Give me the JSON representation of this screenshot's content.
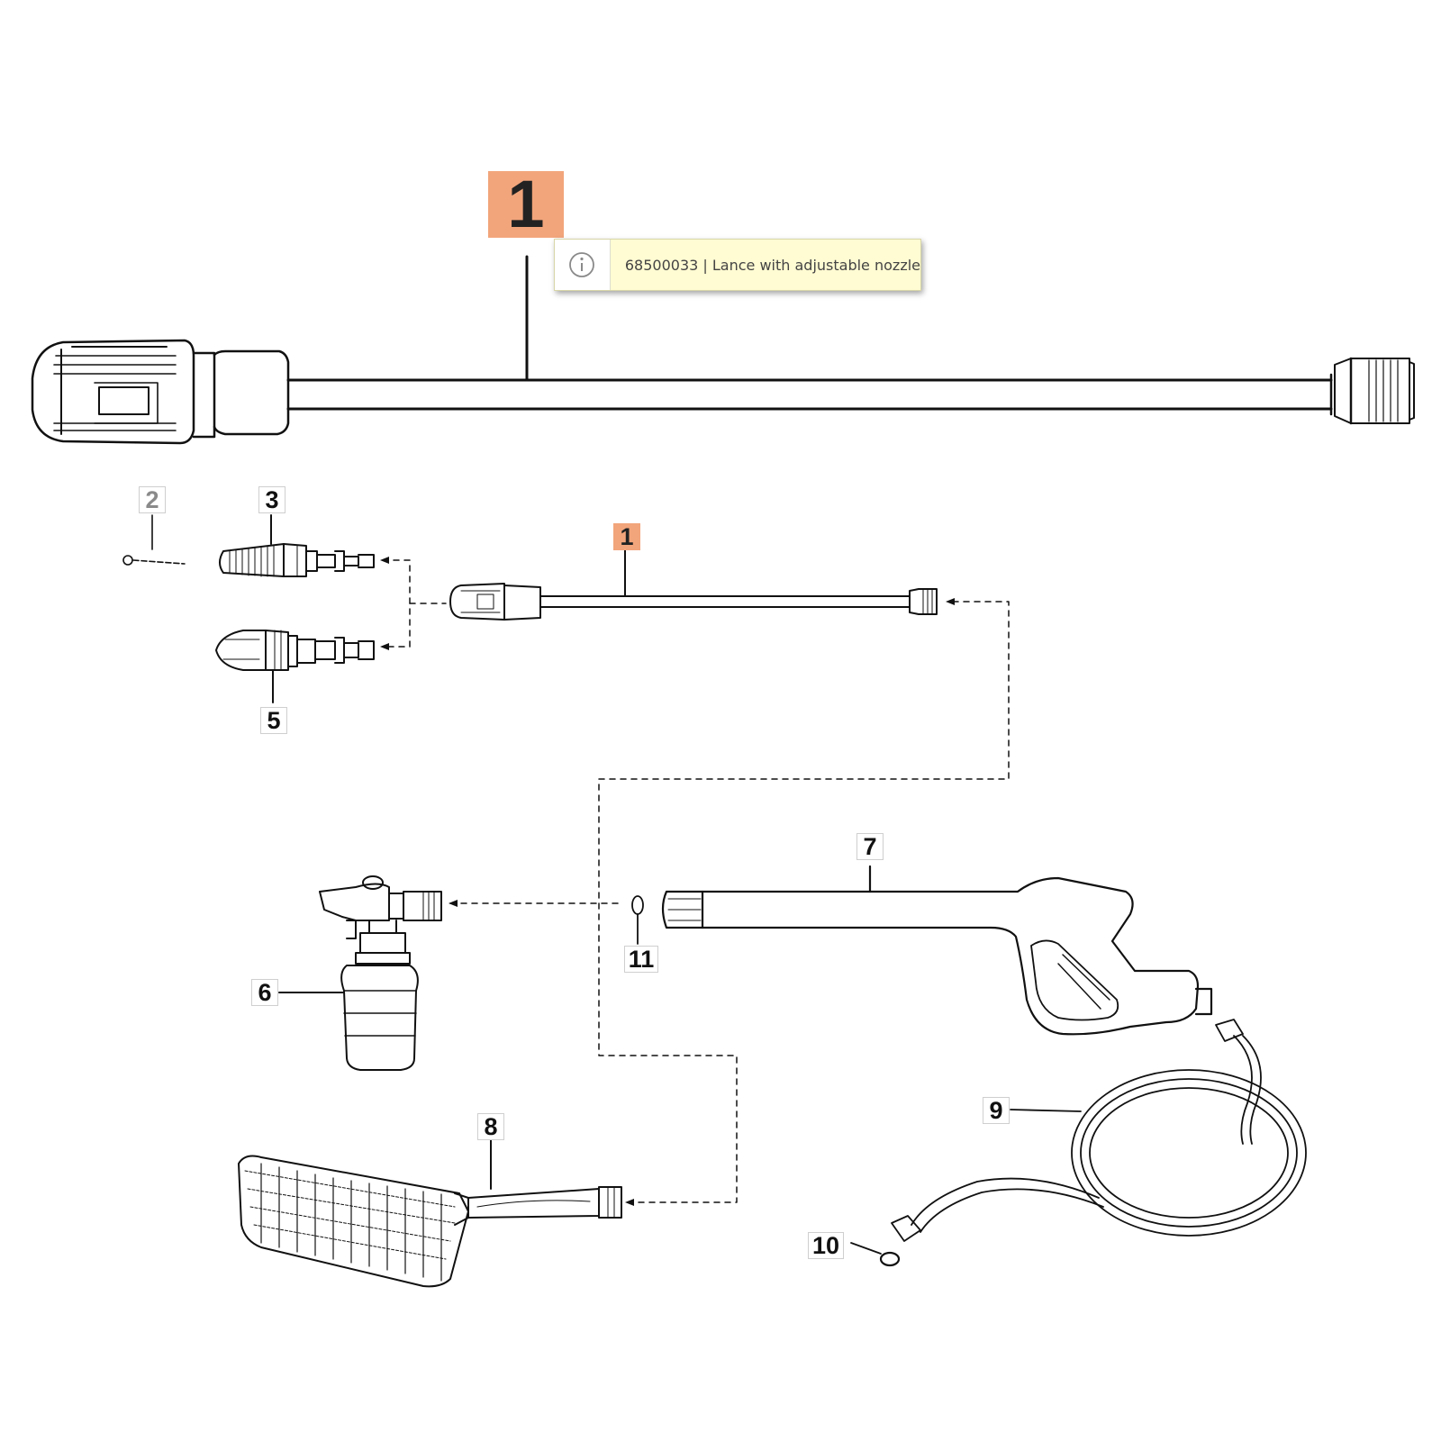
{
  "tooltip": {
    "part_number": "68500033",
    "separator": " | ",
    "description": "Lance with adjustable nozzle",
    "icon": "info-icon"
  },
  "callouts": {
    "highlighted_1": "1",
    "c1": "1",
    "c2": "2",
    "c3": "3",
    "c5": "5",
    "c6": "6",
    "c7": "7",
    "c8": "8",
    "c9": "9",
    "c10": "10",
    "c11": "11"
  },
  "colors": {
    "highlight": "#f2a57b",
    "tooltip_bg": "#fffbd2",
    "line": "#111111"
  }
}
